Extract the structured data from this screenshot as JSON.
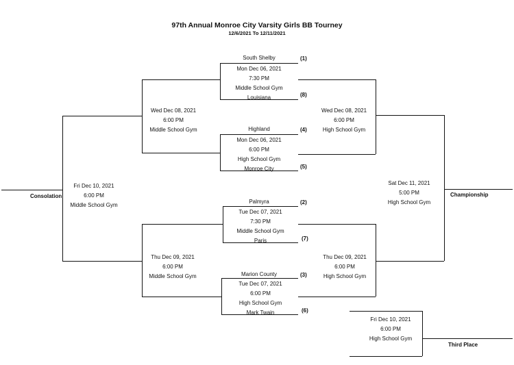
{
  "header": {
    "title": "97th Annual Monroe City Varsity Girls BB Tourney",
    "dates": "12/6/2021 To 12/11/2021"
  },
  "games": [
    {
      "date": "Mon Dec 06, 2021",
      "time": "7:30 PM",
      "venue": "Middle School Gym",
      "top_team": "South Shelby",
      "top_seed": "(1)",
      "bottom_team": "Louisiana",
      "bottom_seed": "(8)"
    },
    {
      "date": "Mon Dec 06, 2021",
      "time": "6:00 PM",
      "venue": "High School Gym",
      "top_team": "Highland",
      "top_seed": "(4)",
      "bottom_team": "Monroe City",
      "bottom_seed": "(5)"
    },
    {
      "date": "Tue Dec 07, 2021",
      "time": "7:30 PM",
      "venue": "Middle School Gym",
      "top_team": "Palmyra",
      "top_seed": "(2)",
      "bottom_team": "Paris",
      "bottom_seed": "(7)"
    },
    {
      "date": "Tue Dec 07, 2021",
      "time": "6:00 PM",
      "venue": "High School Gym",
      "top_team": "Marion County",
      "top_seed": "(3)",
      "bottom_team": "Mark Twain",
      "bottom_seed": "(6)"
    }
  ],
  "left_semis": [
    {
      "date": "Wed Dec 08, 2021",
      "time": "6:00 PM",
      "venue": "Middle School Gym"
    },
    {
      "date": "Thu Dec 09, 2021",
      "time": "6:00 PM",
      "venue": "Middle School Gym"
    }
  ],
  "right_semis": [
    {
      "date": "Wed Dec 08, 2021",
      "time": "6:00 PM",
      "venue": "High School Gym"
    },
    {
      "date": "Thu Dec 09, 2021",
      "time": "6:00 PM",
      "venue": "High School Gym"
    }
  ],
  "consolation": {
    "date": "Fri Dec 10, 2021",
    "time": "6:00 PM",
    "venue": "Middle School Gym",
    "label": "Consolation"
  },
  "championship": {
    "date": "Sat Dec 11, 2021",
    "time": "5:00 PM",
    "venue": "High School Gym",
    "label": "Championship"
  },
  "third_place": {
    "date": "Fri Dec 10, 2021",
    "time": "6:00 PM",
    "venue": "High School Gym",
    "label": "Third Place"
  }
}
